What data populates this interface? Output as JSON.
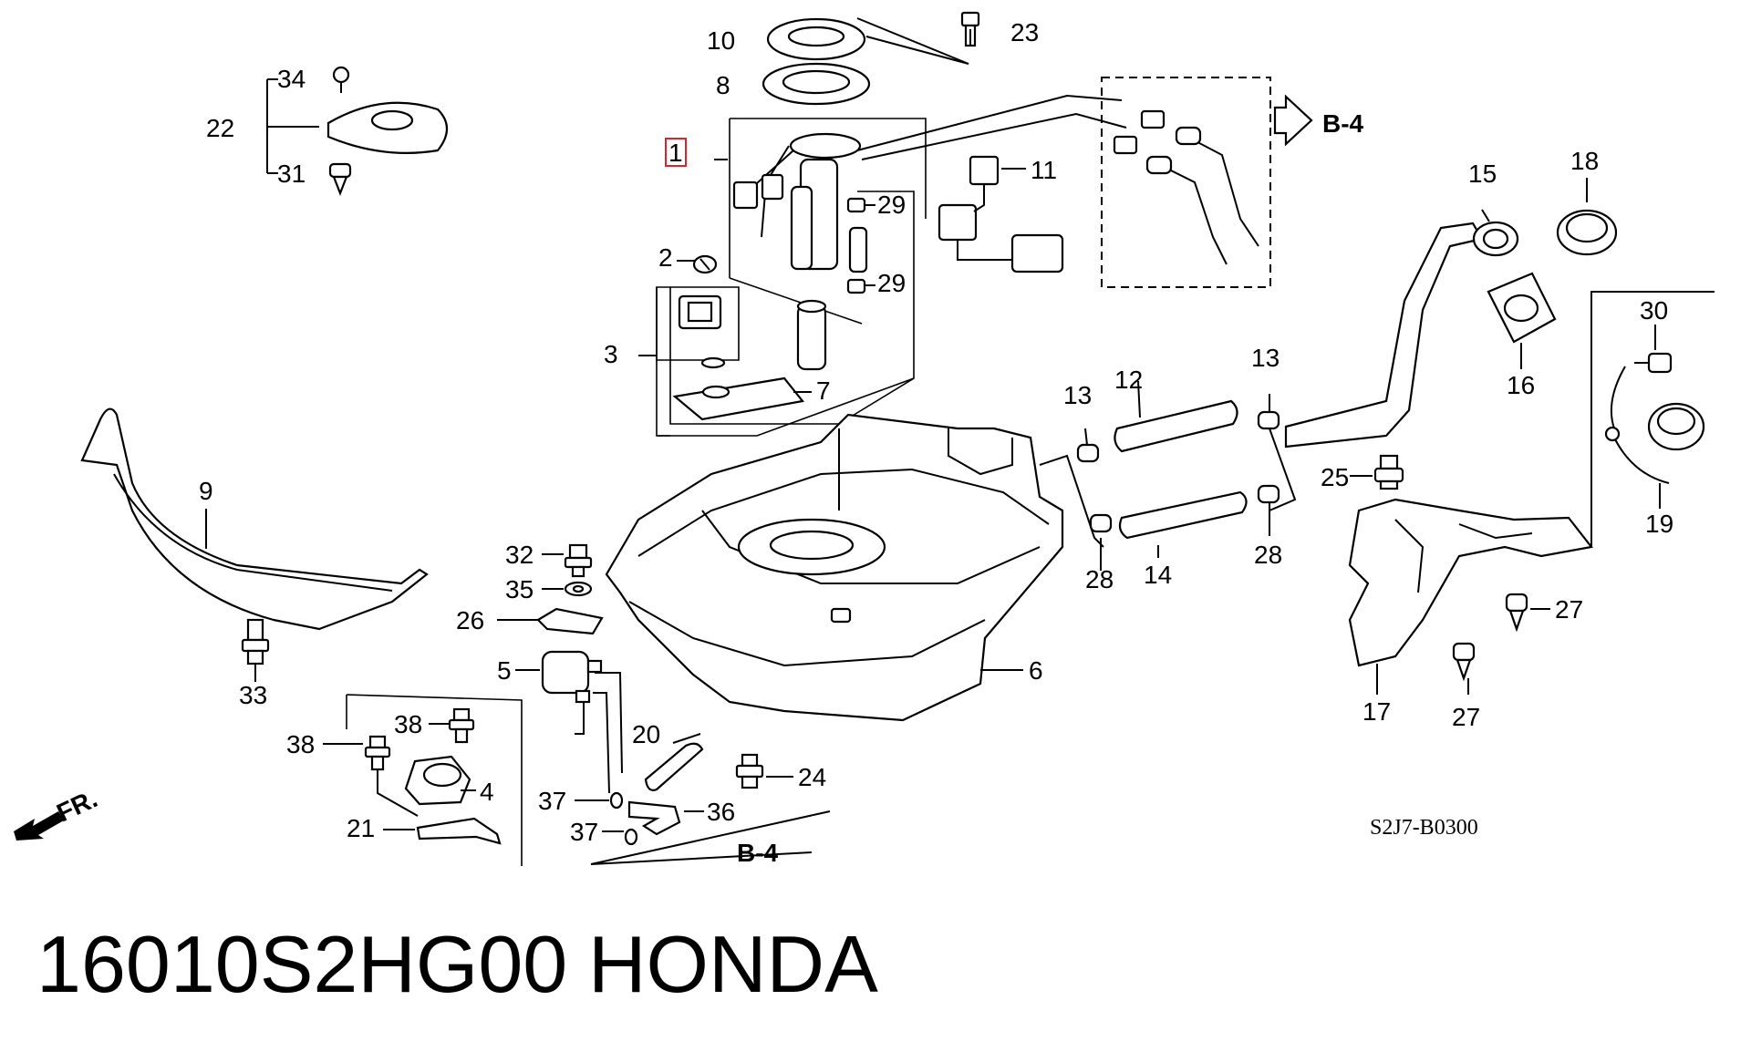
{
  "labels": {
    "p1": "1",
    "p2": "2",
    "p3": "3",
    "p4": "4",
    "p5": "5",
    "p6": "6",
    "p7": "7",
    "p8": "8",
    "p9": "9",
    "p10": "10",
    "p11": "11",
    "p12": "12",
    "p13a": "13",
    "p13b": "13",
    "p14": "14",
    "p15": "15",
    "p16": "16",
    "p17": "17",
    "p18": "18",
    "p19": "19",
    "p20": "20",
    "p21": "21",
    "p22": "22",
    "p23": "23",
    "p24": "24",
    "p25": "25",
    "p26": "26",
    "p27a": "27",
    "p27b": "27",
    "p28a": "28",
    "p28b": "28",
    "p29a": "29",
    "p29b": "29",
    "p30": "30",
    "p31": "31",
    "p32": "32",
    "p33": "33",
    "p34": "34",
    "p35": "35",
    "p36": "36",
    "p37a": "37",
    "p37b": "37",
    "p38a": "38",
    "p38b": "38"
  },
  "references": {
    "top": "B-4",
    "bottom": "B-4"
  },
  "direction_label": "FR.",
  "diagram_code": "S2J7-B0300",
  "footer": {
    "part_number": "16010S2HG00",
    "brand": "HONDA"
  },
  "highlight_color": "#e0202a"
}
